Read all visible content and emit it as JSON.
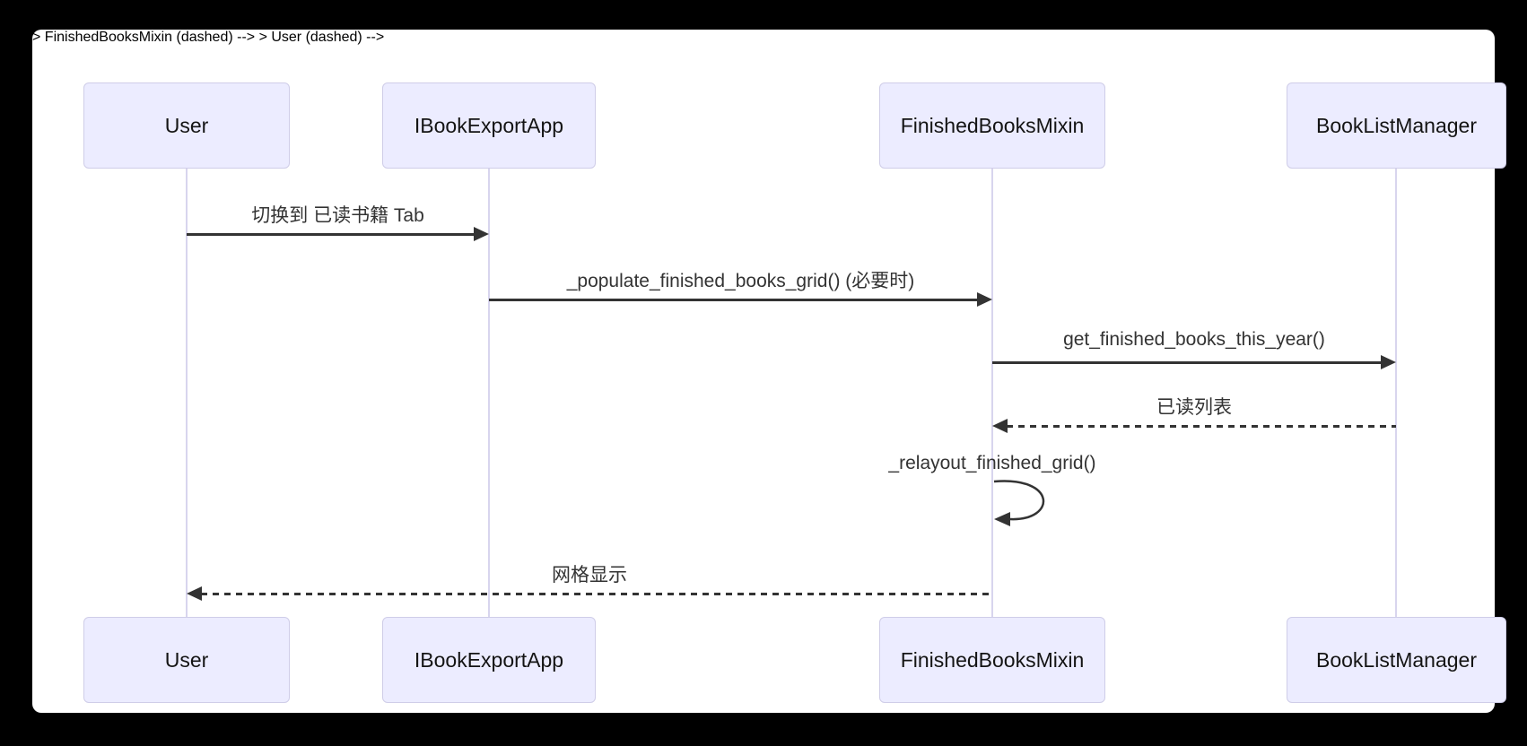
{
  "diagram": {
    "type": "sequence-diagram",
    "actors": [
      {
        "id": "user",
        "label": "User"
      },
      {
        "id": "ibook-export-app",
        "label": "IBookExportApp"
      },
      {
        "id": "finished-books-mixin",
        "label": "FinishedBooksMixin"
      },
      {
        "id": "book-list-manager",
        "label": "BookListManager"
      }
    ],
    "messages": [
      {
        "from": "User",
        "to": "IBookExportApp",
        "style": "solid",
        "label": "切换到 已读书籍 Tab"
      },
      {
        "from": "IBookExportApp",
        "to": "FinishedBooksMixin",
        "style": "solid",
        "label": "_populate_finished_books_grid() (必要时)"
      },
      {
        "from": "FinishedBooksMixin",
        "to": "BookListManager",
        "style": "solid",
        "label": "get_finished_books_this_year()"
      },
      {
        "from": "BookListManager",
        "to": "FinishedBooksMixin",
        "style": "dashed",
        "label": "已读列表"
      },
      {
        "from": "FinishedBooksMixin",
        "to": "FinishedBooksMixin",
        "style": "self",
        "label": "_relayout_finished_grid()"
      },
      {
        "from": "FinishedBooksMixin",
        "to": "User",
        "style": "dashed",
        "label": "网格显示"
      }
    ],
    "colors": {
      "page_background": "#000000",
      "card_background": "#FFFFFF",
      "actor_fill": "#ECECFF",
      "actor_border": "#CFCDE8",
      "lifeline": "#D8D5EE",
      "message_line": "#333333",
      "message_text": "#333333",
      "actor_text": "#141414"
    }
  }
}
